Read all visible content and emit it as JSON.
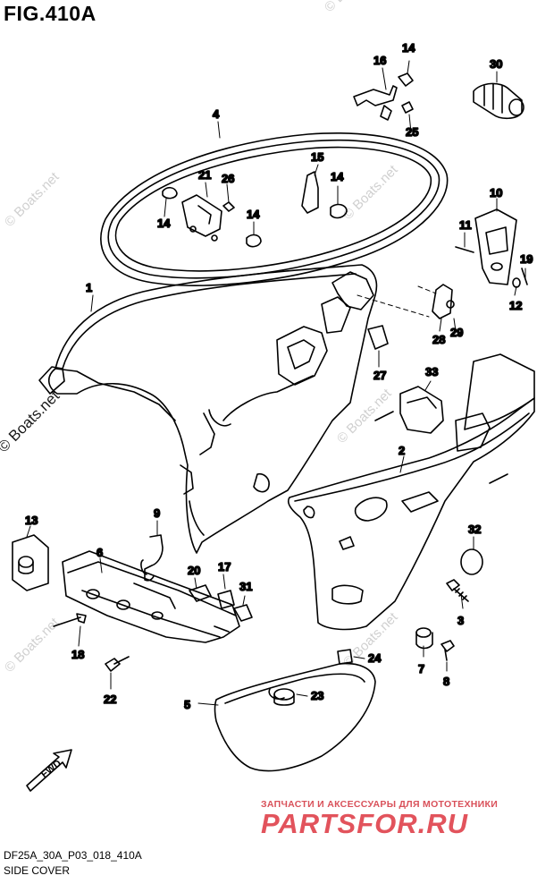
{
  "figure": {
    "title": "FIG.410A",
    "code": "DF25A_30A_P03_018_410A",
    "name": "SIDE COVER"
  },
  "watermark": {
    "text": "© Boats.net"
  },
  "shop": {
    "tagline": "ЗАПЧАСТИ И АКСЕССУАРЫ ДЛЯ МОТОТЕХНИКИ",
    "logo": "PARTSFOR.RU"
  },
  "direction_badge": {
    "label": "FWD"
  },
  "callouts": [
    "1",
    "2",
    "3",
    "4",
    "5",
    "6",
    "7",
    "8",
    "9",
    "10",
    "11",
    "12",
    "13",
    "14",
    "14",
    "14",
    "14",
    "15",
    "16",
    "17",
    "18",
    "19",
    "20",
    "21",
    "22",
    "23",
    "24",
    "25",
    "26",
    "27",
    "28",
    "29",
    "30",
    "31",
    "32",
    "33"
  ]
}
